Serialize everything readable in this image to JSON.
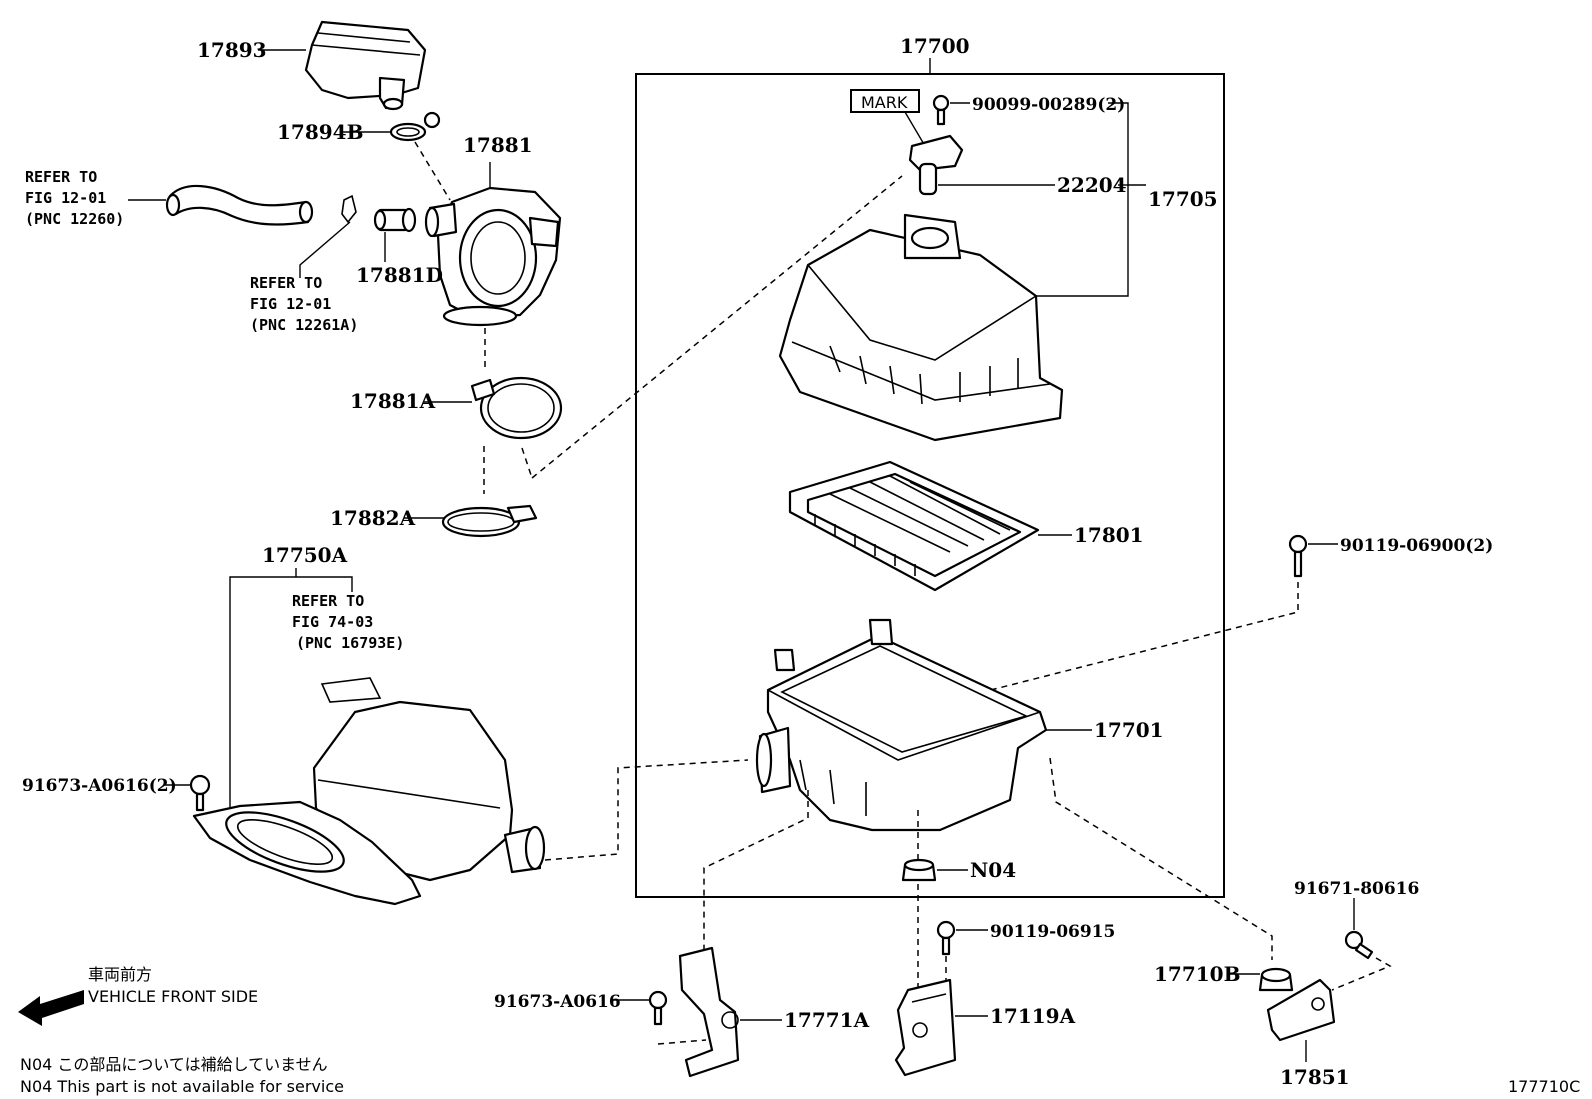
{
  "labels": {
    "p17893": "17893",
    "p17894B": "17894B",
    "p17881": "17881",
    "p17881D": "17881D",
    "p17881A": "17881A",
    "p17882A": "17882A",
    "p17750A": "17750A",
    "p17700": "17700",
    "p22204": "22204",
    "p17705": "17705",
    "p90099": "90099-00289(2)",
    "p17801": "17801",
    "p90119a": "90119-06900(2)",
    "p17701": "17701",
    "pN04": "N04",
    "p90119b": "90119-06915",
    "p91671": "91671-80616",
    "p17710B": "17710B",
    "p17851": "17851",
    "p17119A": "17119A",
    "p17771A": "17771A",
    "p91673a": "91673-A0616",
    "p91673b": "91673-A0616(2)",
    "mark": "MARK"
  },
  "refs": {
    "r1": {
      "line1": "REFER TO",
      "line2": "FIG 12-01",
      "line3": "(PNC 12260)"
    },
    "r2": {
      "line1": "REFER TO",
      "line2": "FIG 12-01",
      "line3": "(PNC 12261A)"
    },
    "r3": {
      "line1": "REFER TO",
      "line2": "FIG 74-03",
      "line3": "(PNC 16793E)"
    }
  },
  "legend": {
    "front_jp": "車両前方",
    "front_en": "VEHICLE FRONT SIDE",
    "n04_jp": "N04  この部品については補給していません",
    "n04_en": "N04  This part is not available for service"
  },
  "figure_id": "177710C"
}
